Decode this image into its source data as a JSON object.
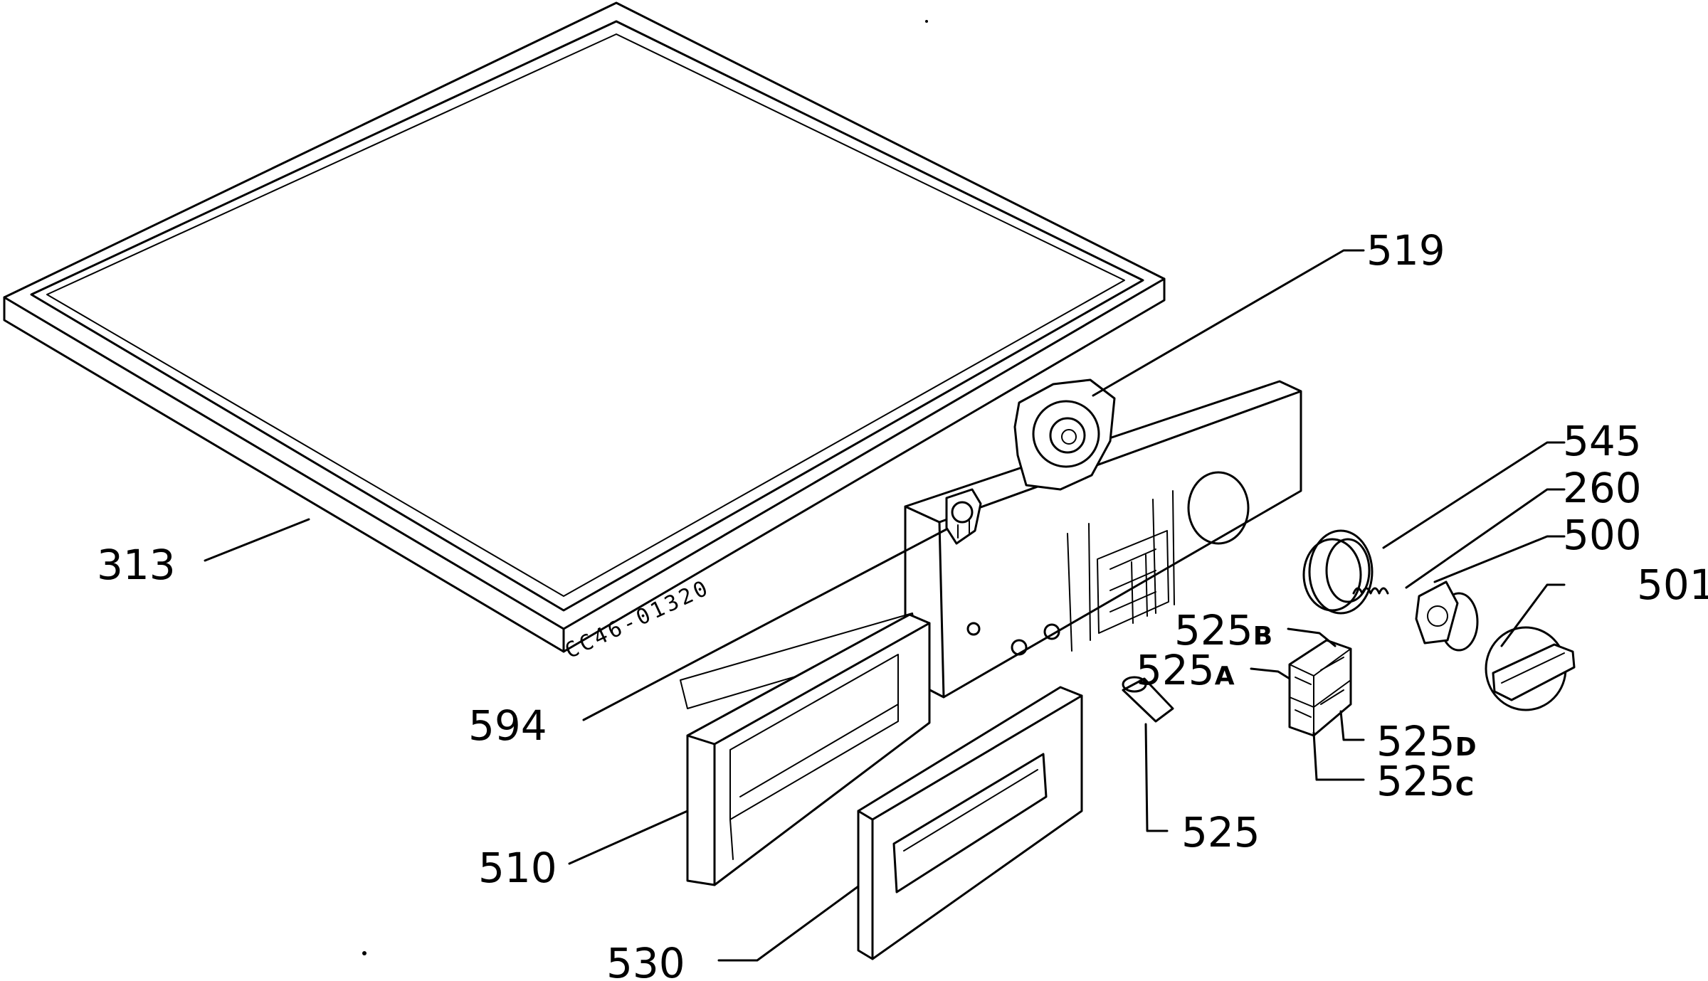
{
  "drawing_code": "CC46-01320",
  "labels": {
    "l313": "313",
    "l519": "519",
    "l545": "545",
    "l260": "260",
    "l500": "500",
    "l501": "501",
    "l525b": "525",
    "l525b_suffix": "B",
    "l525a": "525",
    "l525a_suffix": "A",
    "l525d": "525",
    "l525d_suffix": "D",
    "l525c": "525",
    "l525c_suffix": "C",
    "l525": "525",
    "l594": "594",
    "l510": "510",
    "l530": "530"
  }
}
